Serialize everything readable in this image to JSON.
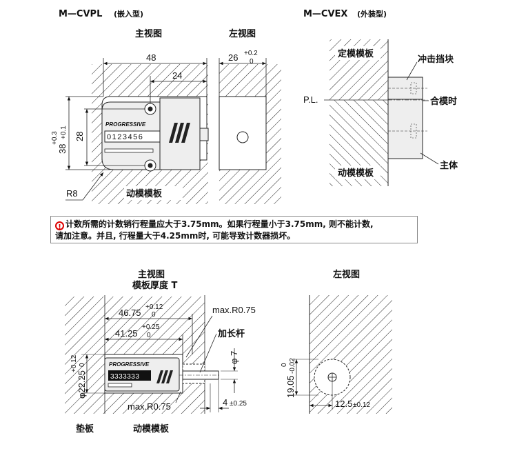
{
  "top_left": {
    "title": "M—CVPL",
    "title_note": "(嵌入型)",
    "front_view_label": "主视图",
    "side_view_label": "左视图",
    "dim_width": "48",
    "dim_half": "24",
    "dim_height": "28",
    "dim_outer": "38",
    "dim_outer_tol_upper": "+0.3",
    "dim_outer_tol_lower": "+0.1",
    "dim_depth": "26",
    "dim_depth_tol_upper": "+0.2",
    "dim_depth_tol_lower": "0",
    "radius_label": "R8",
    "plate_label": "动模模板",
    "brand": "PROGRESSIVE",
    "counter_digits": "0123456"
  },
  "top_right": {
    "title": "M—CVEX",
    "title_note": "(外装型)",
    "fixed_plate_label": "定模模板",
    "stopper_label": "冲击挡块",
    "pl_label": "P.L.",
    "closing_label": "合模时",
    "body_label": "主体",
    "moving_plate_label": "动模模板"
  },
  "note": {
    "icon": "warning-icon",
    "line1": "计数所需的计数销行程量应大于3.75mm。如果行程量小于3.75mm, 则不能计数,",
    "line2": "请加注意。并且, 行程量大于4.25mm时, 可能导致计数器损坏。"
  },
  "bottom_left": {
    "front_view_label": "主视图",
    "thickness_label": "模板厚度 T",
    "dim_a": "46.75",
    "dim_a_tol_upper": "+0.12",
    "dim_a_tol_lower": "0",
    "dim_b": "41.25",
    "dim_b_tol_upper": "+0.25",
    "dim_b_tol_lower": "0",
    "radius_top": "max.R0.75",
    "radius_bottom": "max.R0.75",
    "extension_rod": "加长杆",
    "dim_phi": "φ 7",
    "dim_vertical": "φ22.25",
    "dim_vertical_tol_upper": "+0.12",
    "dim_vertical_tol_lower": "0",
    "dim_pin": "4",
    "dim_pin_tol": "±0.25",
    "backing_plate": "垫板",
    "moving_plate": "动模模板",
    "brand": "PROGRESSIVE",
    "counter_digits": "3333333"
  },
  "bottom_right": {
    "side_view_label": "左视图",
    "dim_vertical": "19.05",
    "dim_vertical_tol_upper": "0",
    "dim_vertical_tol_lower": "-0.02",
    "dim_horizontal": "12.5",
    "dim_horizontal_tol": "±0.12"
  }
}
